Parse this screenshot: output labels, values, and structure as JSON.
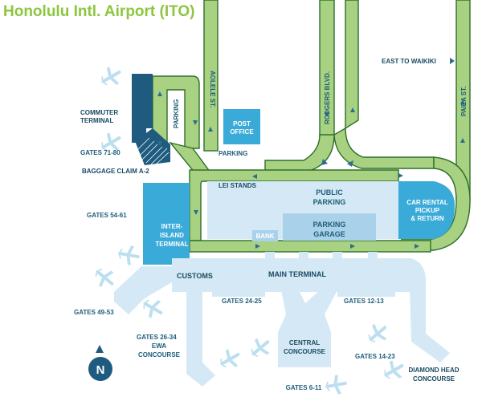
{
  "title": "Honolulu Intl. Airport (ITO)",
  "roads": {
    "aolele": "AOLELE ST.",
    "rodgers": "RODGERS BLVD.",
    "paiea": "PAIEA ST.",
    "east_to_waikiki": "EAST TO WAIKIKI"
  },
  "parking": {
    "parking_vertical": "PARKING",
    "parking_small": "PARKING",
    "public_parking_1": "PUBLIC",
    "public_parking_2": "PARKING",
    "garage_1": "PARKING",
    "garage_2": "GARAGE"
  },
  "facilities": {
    "post_office_1": "POST",
    "post_office_2": "OFFICE",
    "lei_stands": "LEI STANDS",
    "bank": "BANK",
    "car_rental_1": "CAR RENTAL",
    "car_rental_2": "PICKUP",
    "car_rental_3": "& RETURN",
    "commuter_1": "COMMUTER",
    "commuter_2": "TERMINAL",
    "baggage_claim": "BAGGAGE CLAIM A-2",
    "interisland_1": "INTER-",
    "interisland_2": "ISLAND",
    "interisland_3": "TERMINAL",
    "customs": "CUSTOMS",
    "main_terminal": "MAIN TERMINAL",
    "central_1": "CENTRAL",
    "central_2": "CONCOURSE",
    "ewa_1": "EWA",
    "ewa_2": "CONCOURSE",
    "diamond_1": "DIAMOND HEAD",
    "diamond_2": "CONCOURSE"
  },
  "gates": {
    "g71_80": "GATES 71-80",
    "g54_61": "GATES 54-61",
    "g49_53": "GATES 49-53",
    "g26_34": "GATES 26-34",
    "g24_25": "GATES 24-25",
    "g12_13": "GATES 12-13",
    "g14_23": "GATES 14-23",
    "g6_11": "GATES 6-11"
  },
  "compass": {
    "letter": "N"
  },
  "colors": {
    "road_fill": "#a8d282",
    "road_edge": "#2f6f2a",
    "terminal": "#d4e9f5",
    "interisland": "#3aaad9",
    "commuter": "#1e5b7e",
    "title": "#8cc63f",
    "label": "#1f5d7a"
  }
}
